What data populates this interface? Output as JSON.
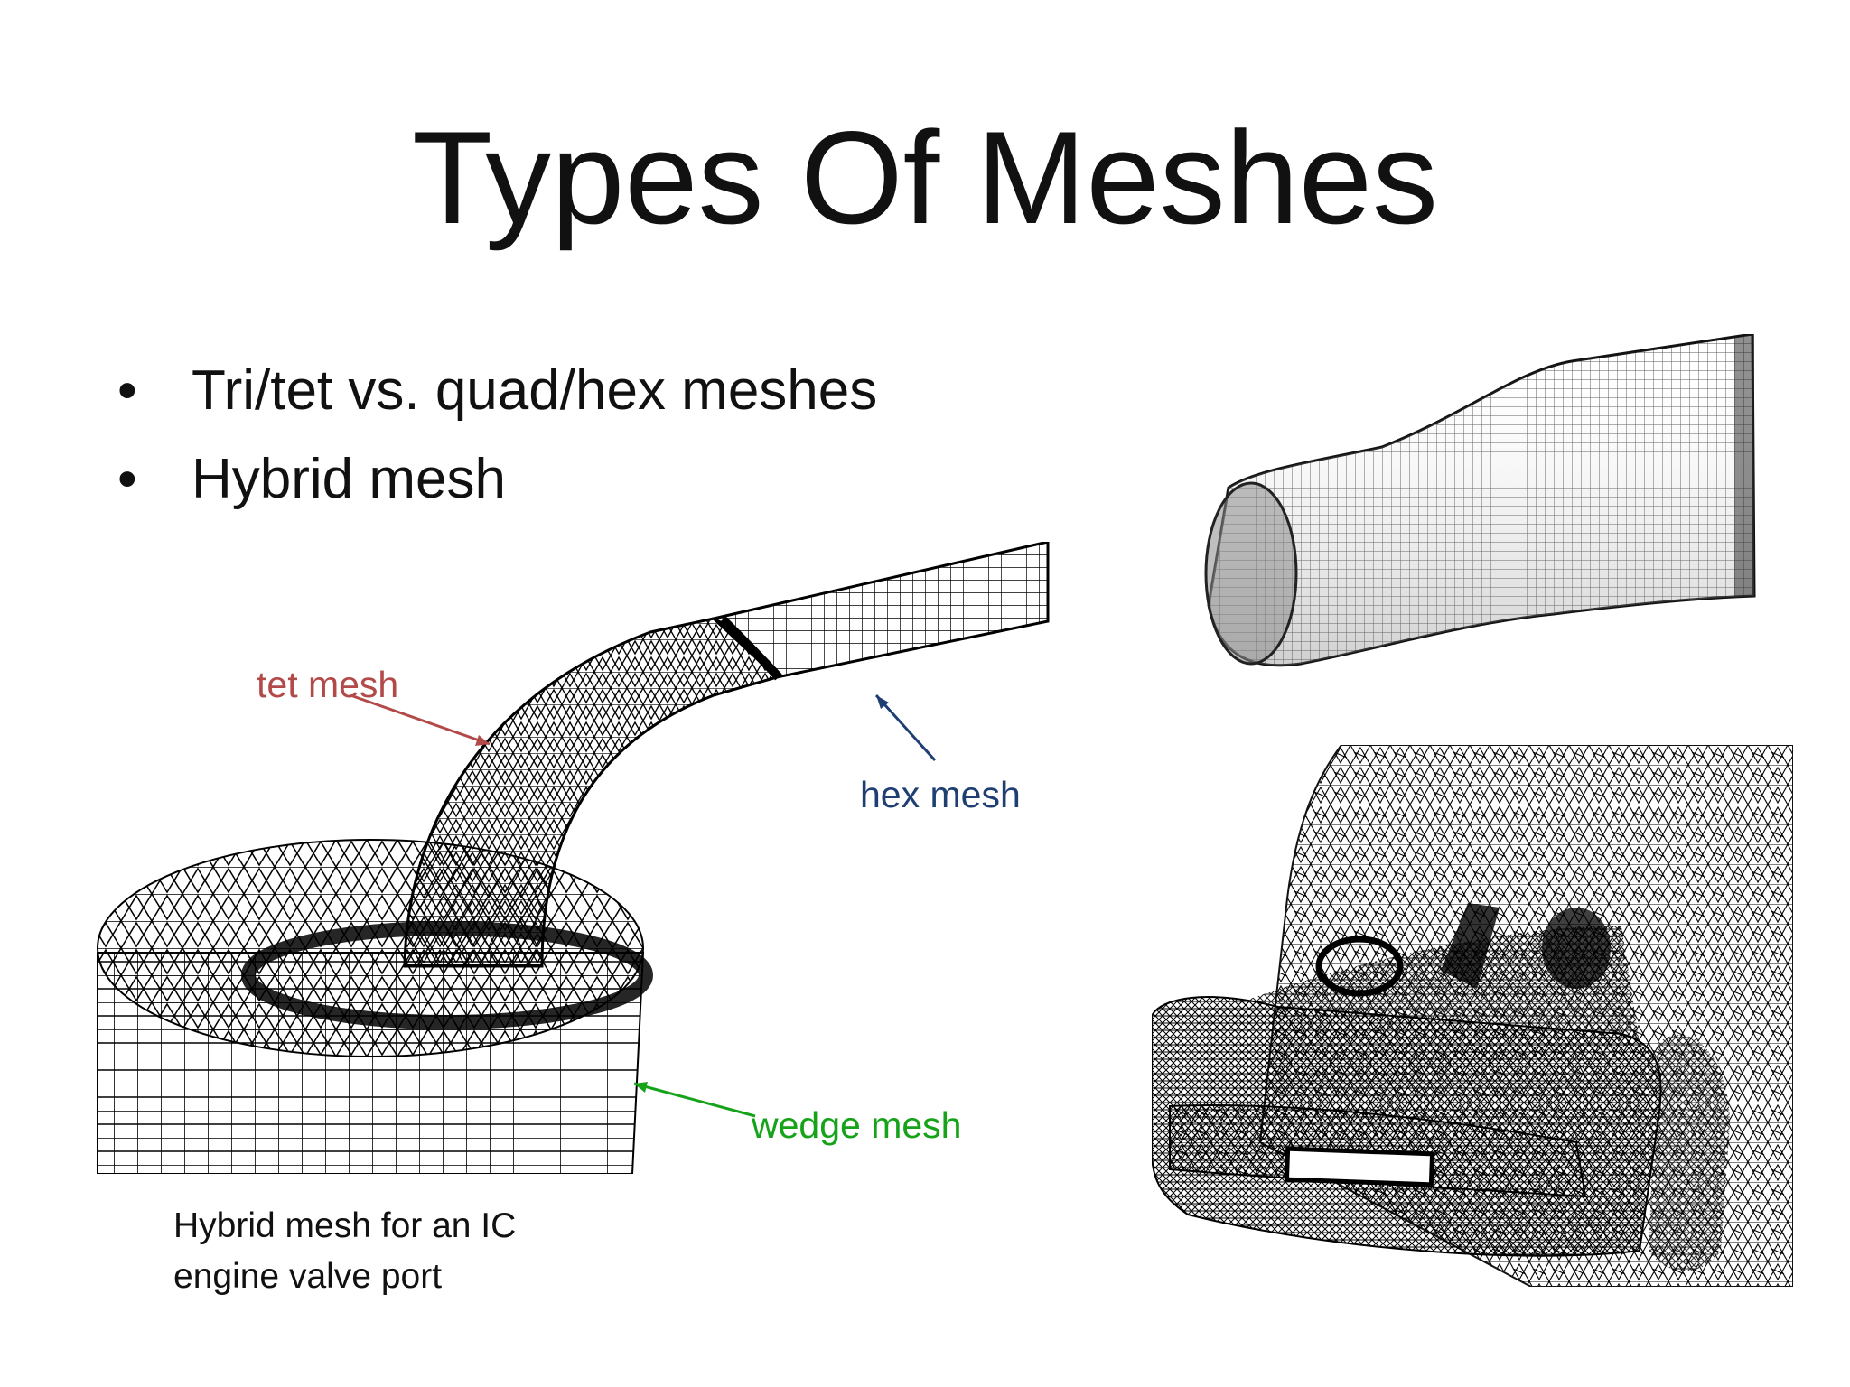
{
  "slide": {
    "title": "Types Of Meshes",
    "bullets": [
      {
        "symbol": "•",
        "text": "Tri/tet vs. quad/hex meshes"
      },
      {
        "symbol": "•",
        "text": "Hybrid mesh"
      }
    ]
  },
  "engine_figure": {
    "labels": {
      "tet": "tet mesh",
      "hex": "hex mesh",
      "wedge": "wedge mesh"
    },
    "caption": [
      "Hybrid mesh for an IC",
      "engine valve port"
    ]
  },
  "colors": {
    "tet": "#b24a4a",
    "hex": "#1f3f73",
    "wedge": "#16a31a",
    "text": "#111111",
    "mesh": "#000000"
  },
  "icons": {
    "bullet": "bullet-dot-icon"
  }
}
